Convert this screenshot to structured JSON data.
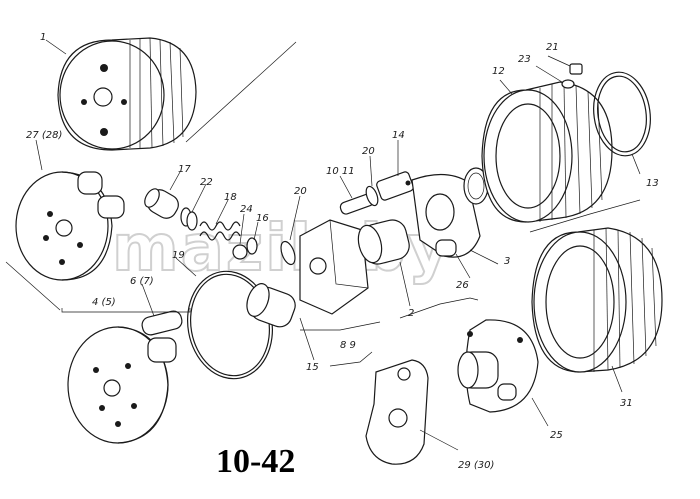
{
  "figure_label": "10-42",
  "watermark": "mazik.by",
  "callouts": [
    {
      "id": "c1",
      "text": "1"
    },
    {
      "id": "c27",
      "text": "27 (28)"
    },
    {
      "id": "c17",
      "text": "17"
    },
    {
      "id": "c22",
      "text": "22"
    },
    {
      "id": "c18",
      "text": "18"
    },
    {
      "id": "c24",
      "text": "24"
    },
    {
      "id": "c16",
      "text": "16"
    },
    {
      "id": "c19",
      "text": "19"
    },
    {
      "id": "c6",
      "text": "6 (7)"
    },
    {
      "id": "c4",
      "text": "4 (5)"
    },
    {
      "id": "c20a",
      "text": "20"
    },
    {
      "id": "c10",
      "text": "10 11"
    },
    {
      "id": "c20b",
      "text": "20"
    },
    {
      "id": "c14",
      "text": "14"
    },
    {
      "id": "c89",
      "text": "8 9"
    },
    {
      "id": "c15",
      "text": "15"
    },
    {
      "id": "c2",
      "text": "2"
    },
    {
      "id": "c3",
      "text": "3"
    },
    {
      "id": "c26",
      "text": "26"
    },
    {
      "id": "c21",
      "text": "21"
    },
    {
      "id": "c23",
      "text": "23"
    },
    {
      "id": "c12",
      "text": "12"
    },
    {
      "id": "c13",
      "text": "13"
    },
    {
      "id": "c31",
      "text": "31"
    },
    {
      "id": "c25",
      "text": "25"
    },
    {
      "id": "c29",
      "text": "29 (30)"
    }
  ]
}
